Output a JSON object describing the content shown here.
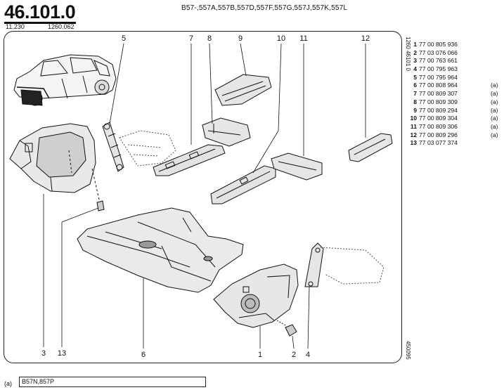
{
  "header": {
    "page_number": "46.101.0",
    "left_code": "11.230",
    "right_code": "1260.062",
    "models": "B57-,557A,557B,557D,557F,557G,557J,557K,557L"
  },
  "side_text": {
    "top": "1260  46101 0",
    "bottom": "450095"
  },
  "callouts": [
    "5",
    "7",
    "8",
    "9",
    "10",
    "11",
    "12",
    "3",
    "13",
    "6",
    "1",
    "2",
    "4"
  ],
  "parts": [
    {
      "index": "1",
      "ref": "77 00 805 936",
      "note": ""
    },
    {
      "index": "2",
      "ref": "77 03 076 066",
      "note": ""
    },
    {
      "index": "3",
      "ref": "77 00 763 661",
      "note": ""
    },
    {
      "index": "4",
      "ref": "77 00 795 963",
      "note": ""
    },
    {
      "index": "5",
      "ref": "77 00 795 964",
      "note": ""
    },
    {
      "index": "6",
      "ref": "77 00 808 964",
      "note": "(a)"
    },
    {
      "index": "7",
      "ref": "77 00 809 307",
      "note": "(a)"
    },
    {
      "index": "8",
      "ref": "77 00 809 309",
      "note": "(a)"
    },
    {
      "index": "9",
      "ref": "77 00 809 294",
      "note": "(a)"
    },
    {
      "index": "10",
      "ref": "77 00 809 304",
      "note": "(a)"
    },
    {
      "index": "11",
      "ref": "77 00 809 306",
      "note": "(a)"
    },
    {
      "index": "12",
      "ref": "77 00 809 296",
      "note": "(a)"
    },
    {
      "index": "13",
      "ref": "77 03 077 374",
      "note": ""
    }
  ],
  "footnote": {
    "key": "(a)",
    "text": "B57N,857P"
  }
}
